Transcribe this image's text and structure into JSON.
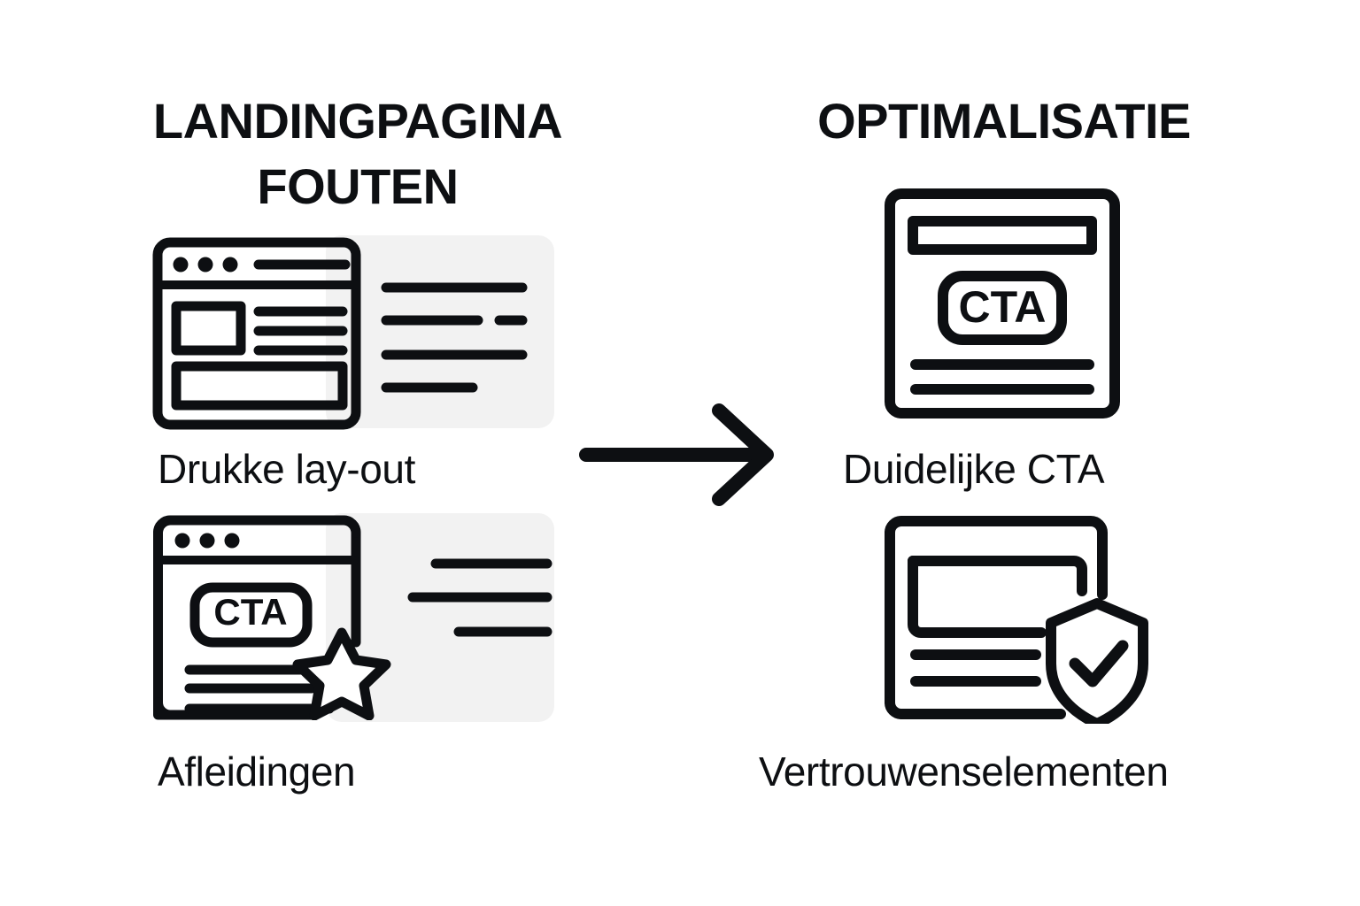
{
  "meta": {
    "background_color": "#ffffff",
    "ink_color": "#0d0f12",
    "card_color": "#f2f2f2"
  },
  "headings": {
    "left": "LANDINGPAGINA\nFOUTEN",
    "right": "OPTIMALISATIE"
  },
  "columns": {
    "problems": [
      {
        "caption": "Drukke lay-out",
        "icon": "busy-layout-browser-icon",
        "detail": "Browser window with title bar dots, sidebar image block, multiple text lines and a wide content block; gray backdrop with four text lines."
      },
      {
        "caption": "Afleidingen",
        "icon": "distraction-browser-star-icon",
        "detail": "Browser window with CTA button, three text lines and an overlapping outlined star; gray backdrop with three text lines."
      }
    ],
    "solutions": [
      {
        "caption": "Duidelijke CTA",
        "icon": "clear-cta-card-icon",
        "detail": "Rounded square card with outlined header bar, a large rounded CTA button and two text lines."
      },
      {
        "caption": "Vertrouwenselementen",
        "icon": "trust-shield-document-icon",
        "detail": "Document card with image area and three text lines, overlapped by a shield containing a check mark."
      }
    ]
  },
  "transition": {
    "arrow_label": "leads-to",
    "direction": "right"
  },
  "button_labels": {
    "cta_small": "CTA",
    "cta_large": "CTA"
  }
}
